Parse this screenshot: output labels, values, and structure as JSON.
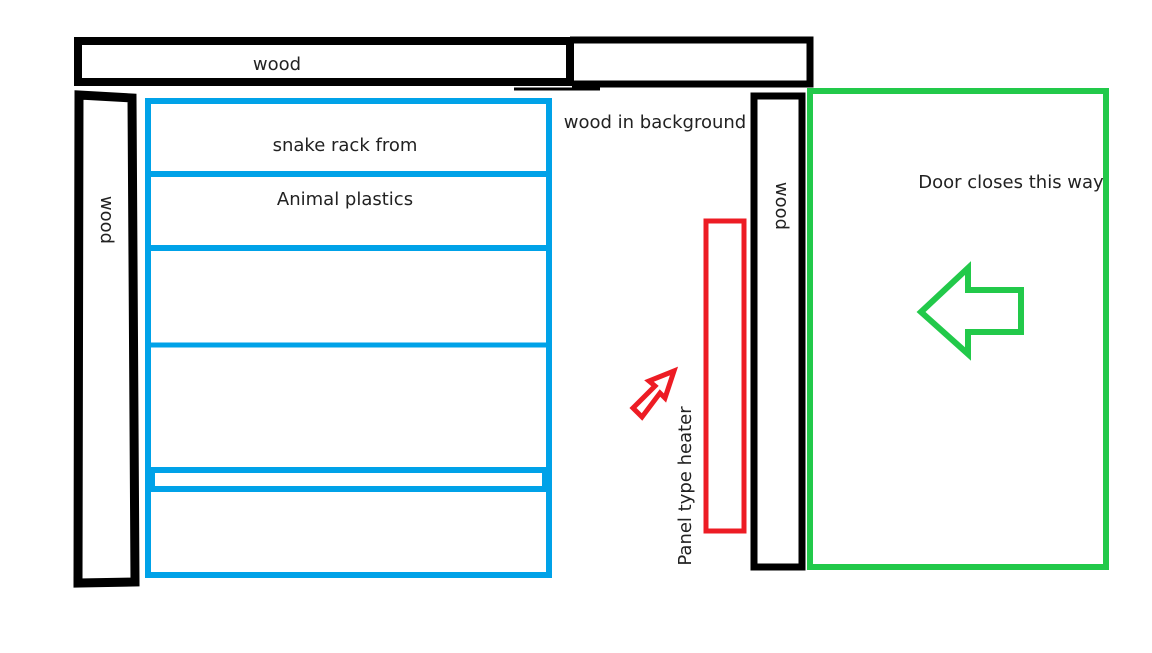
{
  "labels": {
    "top_wood": "wood",
    "left_wood": "wood",
    "right_wood": "wood",
    "background_wood": "wood in background",
    "rack_line1": "snake rack from",
    "rack_line2": "Animal plastics",
    "heater": "Panel type heater",
    "door": "Door closes this way"
  },
  "colors": {
    "wood_outline": "#000000",
    "rack_outline": "#00a2e8",
    "heater_outline": "#ed1c24",
    "door_outline": "#22c94a",
    "text": "#222222",
    "background": "#ffffff"
  },
  "icons": {
    "heater_arrow": "arrow-up-right-icon",
    "door_arrow": "arrow-left-icon"
  }
}
